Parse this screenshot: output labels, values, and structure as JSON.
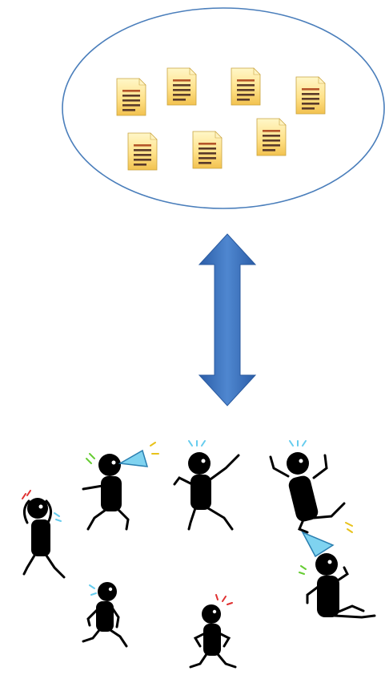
{
  "diagram": {
    "top_group": {
      "shape": "ellipse",
      "stroke_color": "#4a7ebb",
      "items": [
        {
          "type": "document-icon"
        },
        {
          "type": "document-icon"
        },
        {
          "type": "document-icon"
        },
        {
          "type": "document-icon"
        },
        {
          "type": "document-icon"
        },
        {
          "type": "document-icon"
        },
        {
          "type": "document-icon"
        }
      ]
    },
    "connector": {
      "type": "double-headed-arrow",
      "direction": "vertical",
      "color": "#3f74bd"
    },
    "bottom_group": {
      "items": [
        {
          "type": "stick-figure",
          "pose": "hands-on-head"
        },
        {
          "type": "stick-figure",
          "pose": "megaphone"
        },
        {
          "type": "stick-figure",
          "pose": "pointing"
        },
        {
          "type": "stick-figure",
          "pose": "cheering"
        },
        {
          "type": "stick-figure",
          "pose": "party-hat-thinking"
        },
        {
          "type": "stick-figure",
          "pose": "walking"
        },
        {
          "type": "stick-figure",
          "pose": "hands-on-hips"
        }
      ]
    }
  }
}
